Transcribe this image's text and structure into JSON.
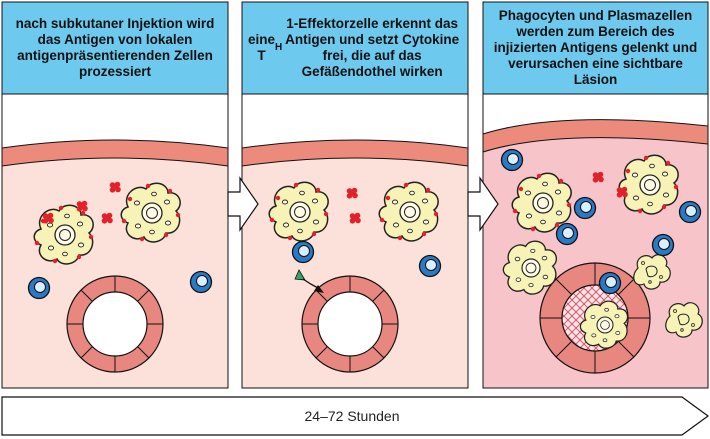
{
  "panels": [
    {
      "caption": "nach subkutaner Injektion wird das Antigen von lokalen antigenpräsentierenden Zellen prozessiert"
    },
    {
      "caption_pre": "eine T",
      "caption_sub": "H",
      "caption_post": "1-Effektorzelle erkennt das Antigen und setzt Cytokine frei, die auf das Gefäßendothel wirken"
    },
    {
      "caption": "Phagocyten und Plasmazellen werden zum Bereich des injizierten Antigens gelenkt und verursachen eine sichtbare Läsion"
    }
  ],
  "timeline": {
    "label": "24–72 Stunden"
  },
  "colors": {
    "header": "#6ec9ee",
    "tissue": "#fbe1d9",
    "tissue_inflamed": "#f7c5c9",
    "skin_band": "#ec8a7b",
    "vessel_wall": "#e7877f",
    "apc": "#f7f2b5",
    "antigen": "#e3212a",
    "lymphocyte": "#2a79c4",
    "cytokine": "#34a36a"
  }
}
